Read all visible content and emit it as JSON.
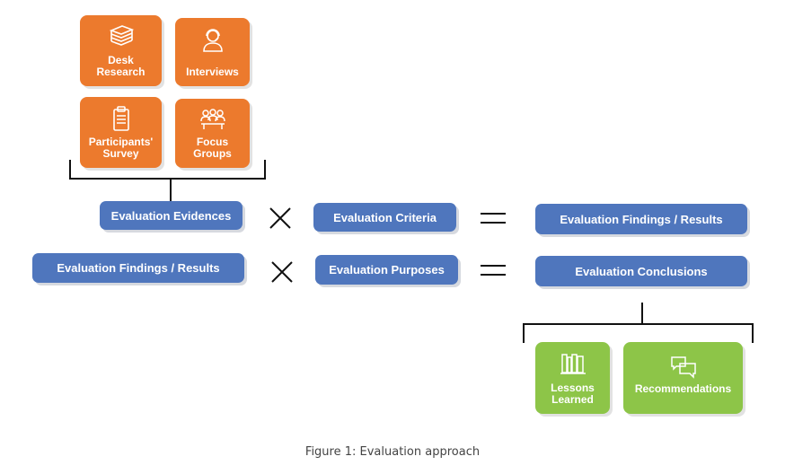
{
  "sources": [
    {
      "label": "Desk\nResearch",
      "icon": "books-icon"
    },
    {
      "label": "Interviews",
      "icon": "headset-person-icon"
    },
    {
      "label": "Participants'\nSurvey",
      "icon": "clipboard-icon"
    },
    {
      "label": "Focus\nGroups",
      "icon": "group-icon"
    }
  ],
  "row1": {
    "left": "Evaluation Evidences",
    "middle": "Evaluation Criteria",
    "result": "Evaluation Findings / Results"
  },
  "row2": {
    "left": "Evaluation Findings / Results",
    "middle": "Evaluation Purposes",
    "result": "Evaluation Conclusions"
  },
  "outputs": [
    {
      "label": "Lessons\nLearned",
      "icon": "bookshelf-icon"
    },
    {
      "label": "Recommendations",
      "icon": "speech-bubbles-icon"
    }
  ],
  "caption": "Figure 1: Evaluation approach",
  "colors": {
    "orange": "#ec7a2d",
    "blue": "#4f76bd",
    "green": "#8dc548"
  }
}
